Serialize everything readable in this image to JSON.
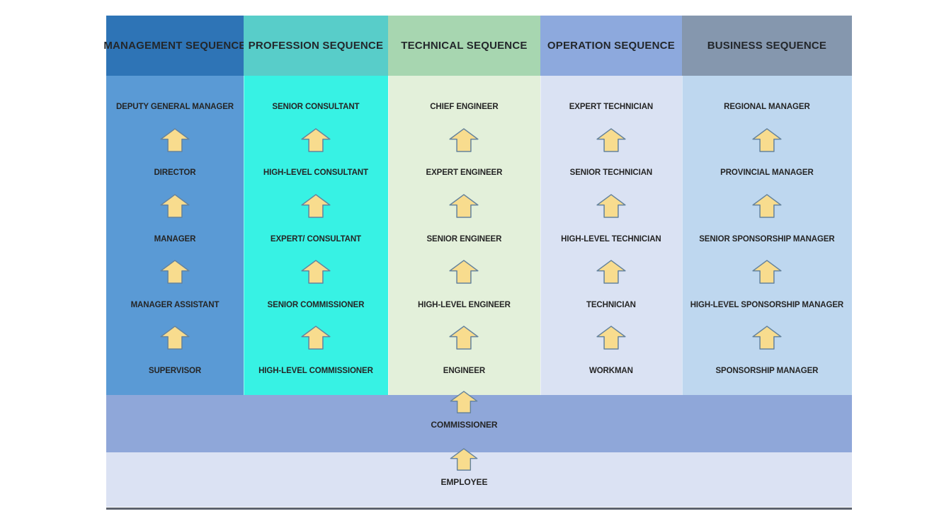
{
  "diagram": {
    "columns": [
      {
        "header": "MANAGEMENT SEQUENCE",
        "header_color": "#2e74b6",
        "body_color": "#5a9ad5",
        "levels": [
          "DEPUTY GENERAL MANAGER",
          "DIRECTOR",
          "MANAGER",
          "MANAGER ASSISTANT",
          "SUPERVISOR"
        ]
      },
      {
        "header": "PROFESSION SEQUENCE",
        "header_color": "#58cdc9",
        "body_color": "#37f2e4",
        "levels": [
          "SENIOR CONSULTANT",
          "HIGH-LEVEL CONSULTANT",
          "EXPERT/ CONSULTANT",
          "SENIOR COMMISSIONER",
          "HIGH-LEVEL COMMISSIONER"
        ]
      },
      {
        "header": "TECHNICAL SEQUENCE",
        "header_color": "#a7d6b0",
        "body_color": "#e3f0da",
        "levels": [
          "CHIEF ENGINEER",
          "EXPERT ENGINEER",
          "SENIOR ENGINEER",
          "HIGH-LEVEL ENGINEER",
          "ENGINEER"
        ]
      },
      {
        "header": "OPERATION SEQUENCE",
        "header_color": "#8da9dd",
        "body_color": "#dae2f3",
        "levels": [
          "EXPERT TECHNICIAN",
          "SENIOR TECHNICIAN",
          "HIGH-LEVEL TECHNICIAN",
          "TECHNICIAN",
          "WORKMAN"
        ]
      },
      {
        "header": "BUSINESS SEQUENCE",
        "header_color": "#8597ae",
        "body_color": "#bed7ef",
        "levels": [
          "REGIONAL MANAGER",
          "PROVINCIAL MANAGER",
          "SENIOR SPONSORSHIP MANAGER",
          "HIGH-LEVEL SPONSORSHIP MANAGER",
          "SPONSORSHIP MANAGER"
        ]
      }
    ],
    "base_levels": [
      {
        "label": "COMMISSIONER",
        "color": "#8fa7d9"
      },
      {
        "label": "EMPLOYEE",
        "color": "#dbe2f3"
      }
    ],
    "arrow": {
      "fill": "#f8dc8e",
      "stroke": "#65839d"
    },
    "baseline_color": "#5d636e"
  }
}
